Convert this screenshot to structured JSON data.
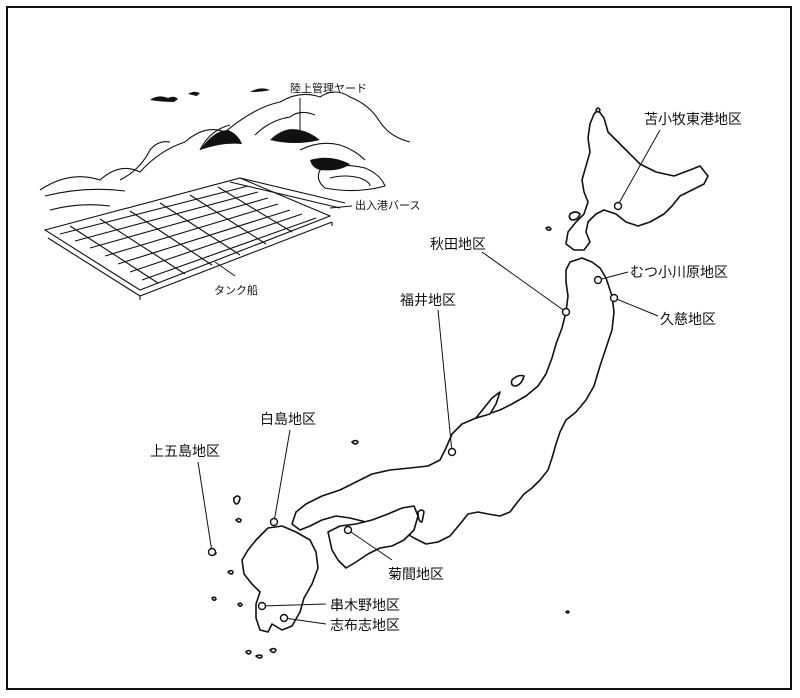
{
  "sketch": {
    "labels": {
      "yard": "陸上管理ヤード",
      "berth": "出入港バース",
      "tanker": "タンク船"
    }
  },
  "sites": [
    {
      "id": "tomakomai",
      "label": "苫小牧東港地区"
    },
    {
      "id": "akita",
      "label": "秋田地区"
    },
    {
      "id": "mutsu",
      "label": "むつ小川原地区"
    },
    {
      "id": "fukui",
      "label": "福井地区"
    },
    {
      "id": "kuji",
      "label": "久慈地区"
    },
    {
      "id": "shirashima",
      "label": "白島地区"
    },
    {
      "id": "kamigoto",
      "label": "上五島地区"
    },
    {
      "id": "kikuma",
      "label": "菊間地区"
    },
    {
      "id": "kushikino",
      "label": "串木野地区"
    },
    {
      "id": "shibushi",
      "label": "志布志地区"
    }
  ]
}
